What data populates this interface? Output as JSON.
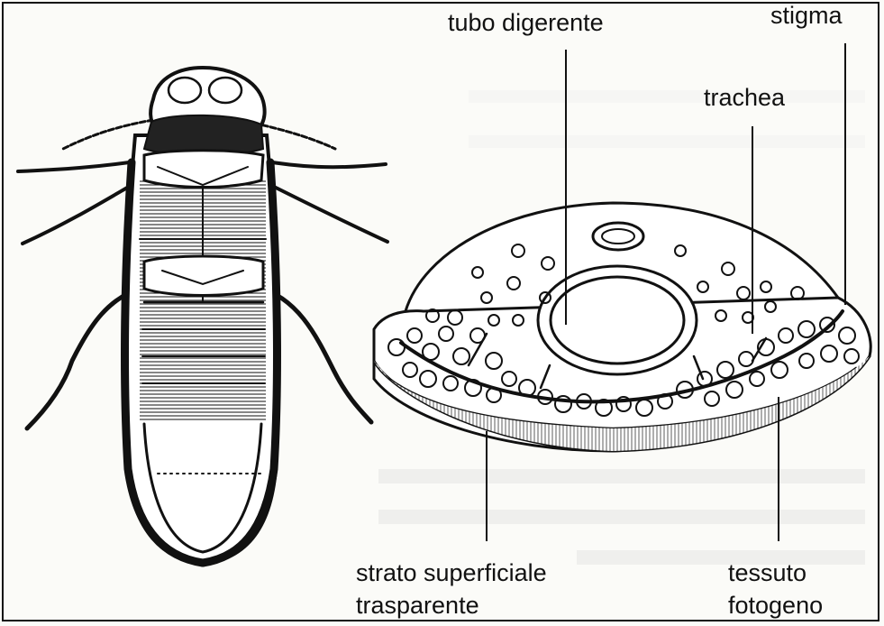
{
  "labels": {
    "tubo_digerente": "tubo digerente",
    "stigma": "stigma",
    "trachea": "trachea",
    "strato_line1": "strato superficiale",
    "strato_line2": "trasparente",
    "tessuto_line1": "tessuto",
    "tessuto_line2": "fotogeno"
  },
  "colors": {
    "ink": "#111111",
    "paper": "#fbfbf8",
    "faint_text": "#cfcfcf"
  }
}
